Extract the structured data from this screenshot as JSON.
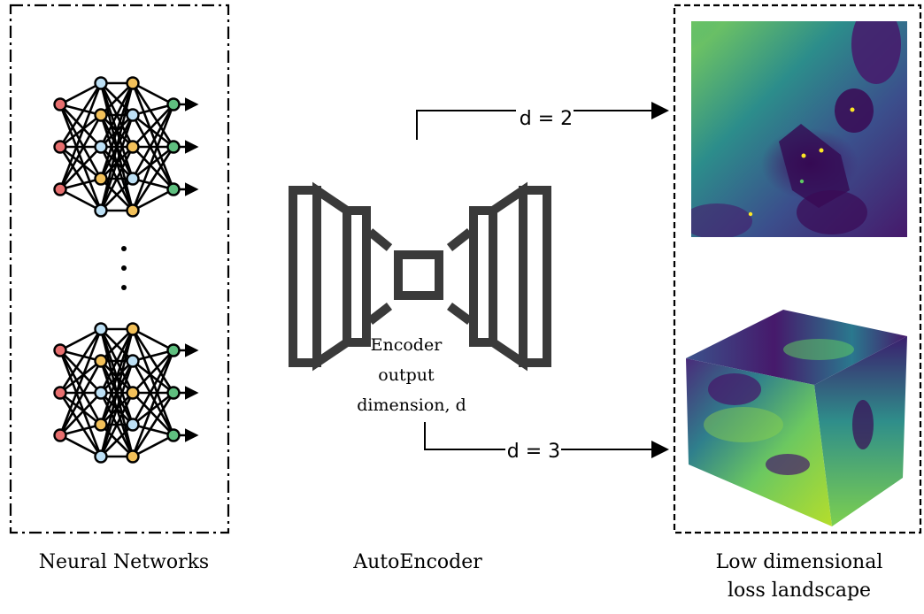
{
  "panels": {
    "left": {
      "caption": "Neural Networks"
    },
    "middle": {
      "caption": "AutoEncoder",
      "bottleneck_label_lines": [
        "Encoder",
        "output",
        "dimension, d"
      ]
    },
    "right": {
      "caption_lines": [
        "Low dimensional",
        "loss landscape"
      ]
    }
  },
  "arrows": {
    "upper": {
      "label": "d = 2"
    },
    "lower": {
      "label": "d = 3"
    }
  },
  "colors": {
    "input_node": "#e76f6f",
    "hidden_node_blue": "#bde0f5",
    "hidden_node_orange": "#f3c15a",
    "output_node": "#5fbf7f",
    "stroke": "#000000",
    "viridis_dark": "#440154",
    "viridis_mid": "#3b528b",
    "viridis_teal": "#21918c",
    "viridis_green": "#5ec962",
    "viridis_yellow": "#fde725"
  }
}
